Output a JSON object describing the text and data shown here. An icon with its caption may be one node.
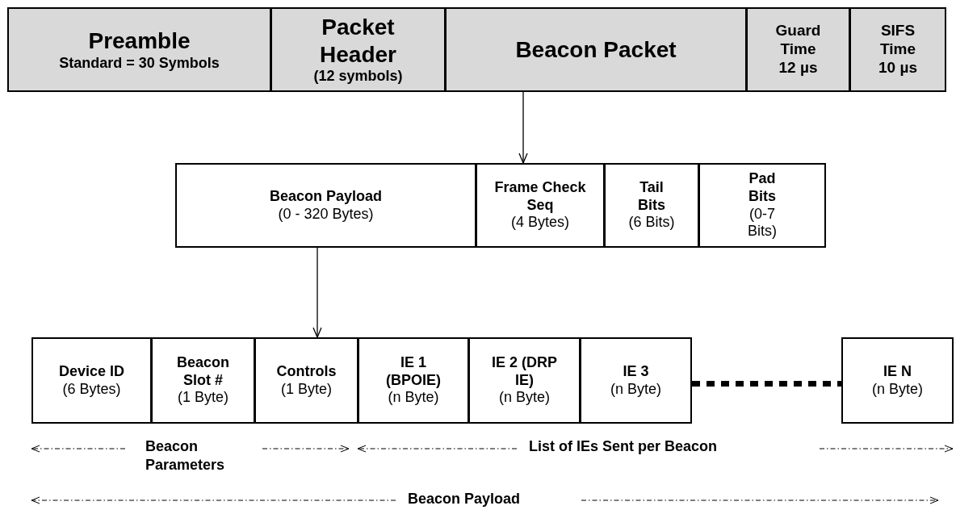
{
  "diagram": {
    "nodes": [
      {
        "text": [
          "Preamble",
          "Standard = 30 Symbols"
        ]
      },
      {
        "text": [
          "Packet Header",
          "(12 symbols)"
        ]
      },
      {
        "text": [
          "Beacon Packet"
        ]
      },
      {
        "text": [
          "Guard Time 12 µs"
        ]
      },
      {
        "text": [
          "SIFS Time 10 µs"
        ]
      },
      {
        "text": [
          "Beacon Payload",
          "(0 - 320 Bytes)"
        ]
      },
      {
        "text": [
          "Frame Check Seq",
          "(4 Bytes)"
        ]
      },
      {
        "text": [
          "Tail Bits",
          "(6 Bits)"
        ]
      },
      {
        "text": [
          "Pad Bits",
          "(0-7 Bits)"
        ]
      },
      {
        "text": [
          "Device ID",
          "(6 Bytes)"
        ]
      },
      {
        "text": [
          "Beacon Slot #",
          "(1 Byte)"
        ]
      },
      {
        "text": [
          "Controls",
          "(1 Byte)"
        ]
      },
      {
        "text": [
          "IE 1 (BPOIE)",
          "(n Byte)"
        ]
      },
      {
        "text": [
          "IE 2 (DRP IE)",
          "(n Byte)"
        ]
      },
      {
        "text": [
          "IE 3",
          "(n Byte)"
        ]
      },
      {
        "text": [
          "IE N",
          "(n Byte)"
        ]
      }
    ],
    "edges": [
      {
        "from": 2,
        "to": 6,
        "arrow": "to"
      },
      {
        "from": 5,
        "to": 11,
        "arrow": "to"
      },
      {
        "from": 14,
        "to": 15,
        "arrow": "none",
        "style": "dashed"
      }
    ],
    "labels": [
      "Beacon Parameters",
      "List of IEs Sent per Beacon",
      "Beacon Payload"
    ]
  }
}
